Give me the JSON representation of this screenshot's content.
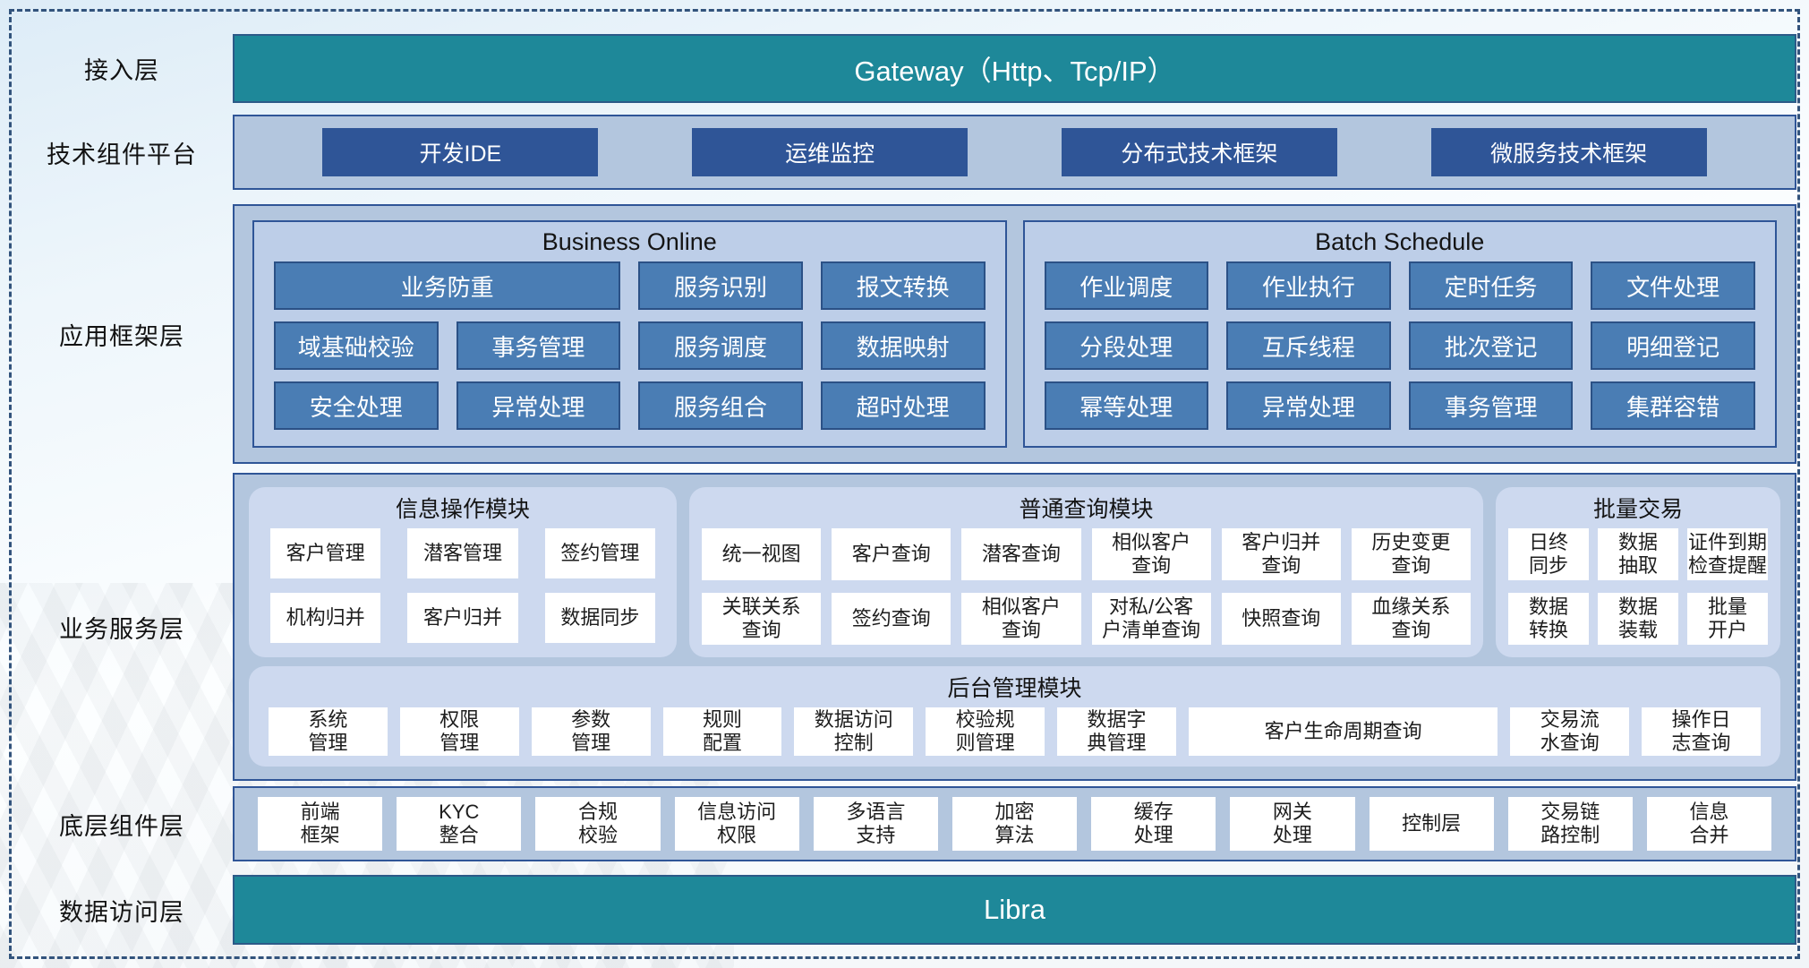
{
  "colors": {
    "teal_banner": "#1E8899",
    "navy_button": "#2F5597",
    "mid_blue_button": "#4A7DB4",
    "layer_panel": "#B3C6DE",
    "sub_panel": "#BDCEE8",
    "rounded_panel": "#CDD9EF",
    "dashed_border": "#32537C"
  },
  "diagram": {
    "access_layer": {
      "label": "接入层",
      "gateway": "Gateway（Http、Tcp/IP）"
    },
    "tech_platform": {
      "label": "技术组件平台",
      "items": [
        "开发IDE",
        "运维监控",
        "分布式技术框架",
        "微服务技术框架"
      ]
    },
    "app_framework": {
      "label": "应用框架层",
      "business_online": {
        "title": "Business Online",
        "rows": [
          [
            "业务防重",
            "服务识别",
            "报文转换"
          ],
          [
            "域基础校验",
            "事务管理",
            "服务调度",
            "数据映射"
          ],
          [
            "安全处理",
            "异常处理",
            "服务组合",
            "超时处理"
          ]
        ]
      },
      "batch_schedule": {
        "title": "Batch Schedule",
        "rows": [
          [
            "作业调度",
            "作业执行",
            "定时任务",
            "文件处理"
          ],
          [
            "分段处理",
            "互斥线程",
            "批次登记",
            "明细登记"
          ],
          [
            "幂等处理",
            "异常处理",
            "事务管理",
            "集群容错"
          ]
        ]
      }
    },
    "business_service": {
      "label": "业务服务层",
      "info_ops": {
        "title": "信息操作模块",
        "items": [
          "客户管理",
          "潜客管理",
          "签约管理",
          "机构归并",
          "客户归并",
          "数据同步"
        ]
      },
      "query": {
        "title": "普通查询模块",
        "items": [
          "统一视图",
          "客户查询",
          "潜客查询",
          "相似客户\n查询",
          "客户归并\n查询",
          "历史变更\n查询",
          "关联关系\n查询",
          "签约查询",
          "相似客户\n查询",
          "对私/公客\n户清单查询",
          "快照查询",
          "血缘关系\n查询"
        ]
      },
      "batch_trade": {
        "title": "批量交易",
        "items": [
          "日终\n同步",
          "数据\n抽取",
          "证件到期\n检查提醒",
          "数据\n转换",
          "数据\n装载",
          "批量\n开户"
        ]
      },
      "backend": {
        "title": "后台管理模块",
        "items": [
          "系统\n管理",
          "权限\n管理",
          "参数\n管理",
          "规则\n配置",
          "数据访问\n控制",
          "校验规\n则管理",
          "数据字\n典管理",
          "客户生命周期查询",
          "交易流\n水查询",
          "操作日\n志查询"
        ]
      }
    },
    "base_components": {
      "label": "底层组件层",
      "items": [
        "前端\n框架",
        "KYC\n整合",
        "合规\n校验",
        "信息访问\n权限",
        "多语言\n支持",
        "加密\n算法",
        "缓存\n处理",
        "网关\n处理",
        "控制层",
        "交易链\n路控制",
        "信息\n合并"
      ]
    },
    "data_access": {
      "label": "数据访问层",
      "banner": "Libra"
    }
  }
}
